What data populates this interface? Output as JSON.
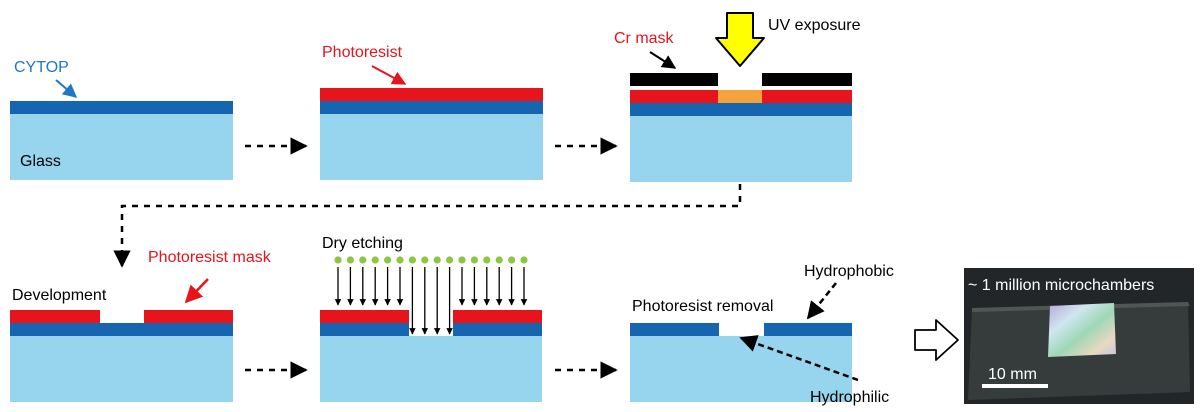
{
  "labels": {
    "cytop": "CYTOP",
    "glass": "Glass",
    "photoresist": "Photoresist",
    "cr_mask": "Cr mask",
    "uv_exposure": "UV exposure",
    "development": "Development",
    "photoresist_mask": "Photoresist mask",
    "dry_etching": "Dry etching",
    "photoresist_removal": "Photoresist removal",
    "hydrophobic": "Hydrophobic",
    "hydrophilic": "Hydrophilic"
  },
  "photo": {
    "caption": "~ 1 million microchambers",
    "scale_bar": "10 mm"
  },
  "colors": {
    "glass": "#97d4ee",
    "cytop": "#1565b0",
    "photoresist": "#e8141b",
    "exposed_resist": "#f6a23c",
    "cr_mask": "#000000",
    "uv_arrow": "#ffff00",
    "plasma_dots": "#8dc63f"
  }
}
